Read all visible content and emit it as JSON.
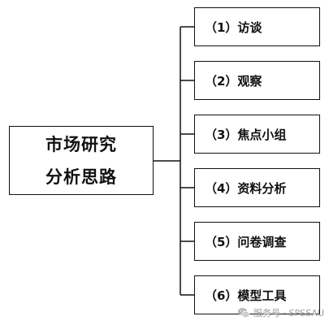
{
  "root": {
    "line1": "市场研究",
    "line2": "分析思路"
  },
  "branches": [
    {
      "label": "（1）访谈"
    },
    {
      "label": "（2）观察"
    },
    {
      "label": "（3）焦点小组"
    },
    {
      "label": "（4）资料分析"
    },
    {
      "label": "（5）问卷调查"
    },
    {
      "label": "（6）模型工具"
    }
  ],
  "watermark": {
    "text": "服务号 · SPSSAU",
    "icon": "wechat-icon"
  }
}
